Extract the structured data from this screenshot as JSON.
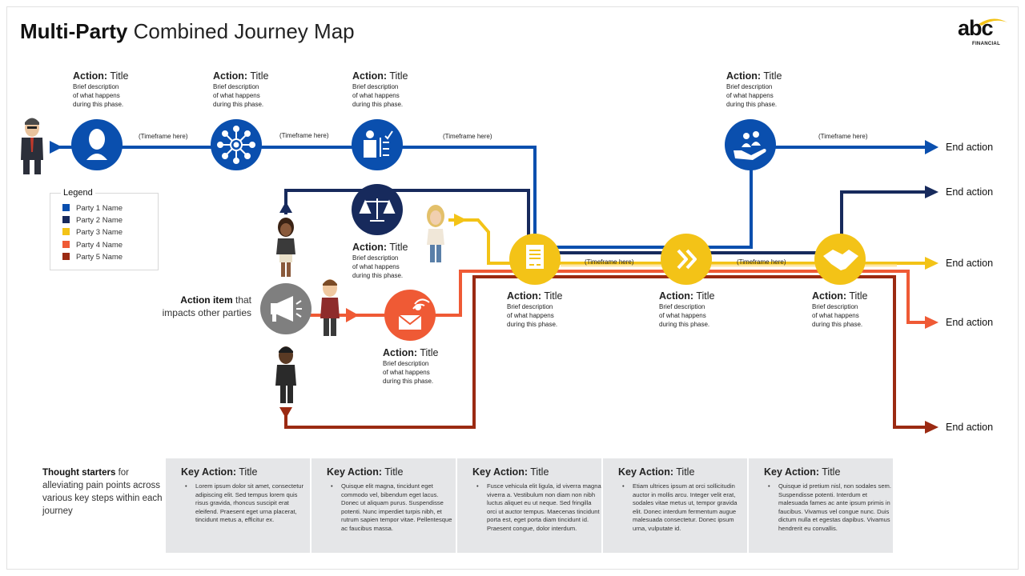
{
  "title": {
    "bold": "Multi-Party",
    "light": "Combined Journey Map"
  },
  "logo": {
    "text": "abc",
    "sub": "FINANCIAL"
  },
  "colors": {
    "party1": "#0a4fae",
    "party2": "#172a5c",
    "party3": "#f3c317",
    "party4": "#ef5a35",
    "party5": "#9b2a12",
    "gray": "#7f7f7f"
  },
  "legend": {
    "title": "Legend",
    "items": [
      {
        "label": "Party 1 Name",
        "color": "#0a4fae"
      },
      {
        "label": "Party 2 Name",
        "color": "#172a5c"
      },
      {
        "label": "Party 3 Name",
        "color": "#f3c317"
      },
      {
        "label": "Party 4 Name",
        "color": "#ef5a35"
      },
      {
        "label": "Party 5 Name",
        "color": "#9b2a12"
      }
    ]
  },
  "action_label": "Action:",
  "action_title": "Title",
  "action_desc": [
    "Brief description",
    "of what happens",
    "during  this phase."
  ],
  "timeframe": "(Timeframe here)",
  "end_action": "End action",
  "impact": {
    "bold": "Action item",
    "rest": "that impacts  other parties"
  },
  "thought": {
    "bold": "Thought starters",
    "rest": "for alleviating pain points across various  key steps within each journey"
  },
  "key_action_label": "Key Action:",
  "key_actions": [
    {
      "title": "Title",
      "body": "Lorem ipsum dolor sit amet, consectetur adipiscing elit. Sed tempus lorem quis risus gravida, rhoncus suscipit erat eleifend. Praesent eget urna placerat, tincidunt metus a,  efficitur ex."
    },
    {
      "title": "Title",
      "body": "Quisque elit magna, tincidunt eget commodo  vel, bibendum eget lacus. Donec ut aliquam  purus. Suspendisse  potenti. Nunc imperdiet turpis nibh, et rutrum sapien tempor vitae. Pellentesque ac faucibus  massa."
    },
    {
      "title": "Title",
      "body": "Fusce vehicula elit ligula, id viverra magna  viverra a. Vestibulum  non diam  non nibh luctus aliquet eu ut neque. Sed fringilla orci ut auctor tempus. Maecenas  tincidunt porta est, eget porta diam tincidunt id. Praesent congue, dolor interdum."
    },
    {
      "title": "Title",
      "body": "Etiam ultrices ipsum at orci sollicitudin auctor in mollis arcu. Integer velit erat, sodales  vitae metus ut, tempor gravida elit. Donec interdum fermentum augue malesuada  consectetur. Donec ipsum  urna, vulputate id."
    },
    {
      "title": "Title",
      "body": "Quisque id pretium nisl, non sodales sem.  Suspendisse potenti. Interdum et malesuada  fames  ac ante ipsum primis in faucibus. Vivamus  vel congue nunc. Duis dictum nulla et egestas dapibus. Vivamus  hendrerit eu convallis."
    }
  ]
}
